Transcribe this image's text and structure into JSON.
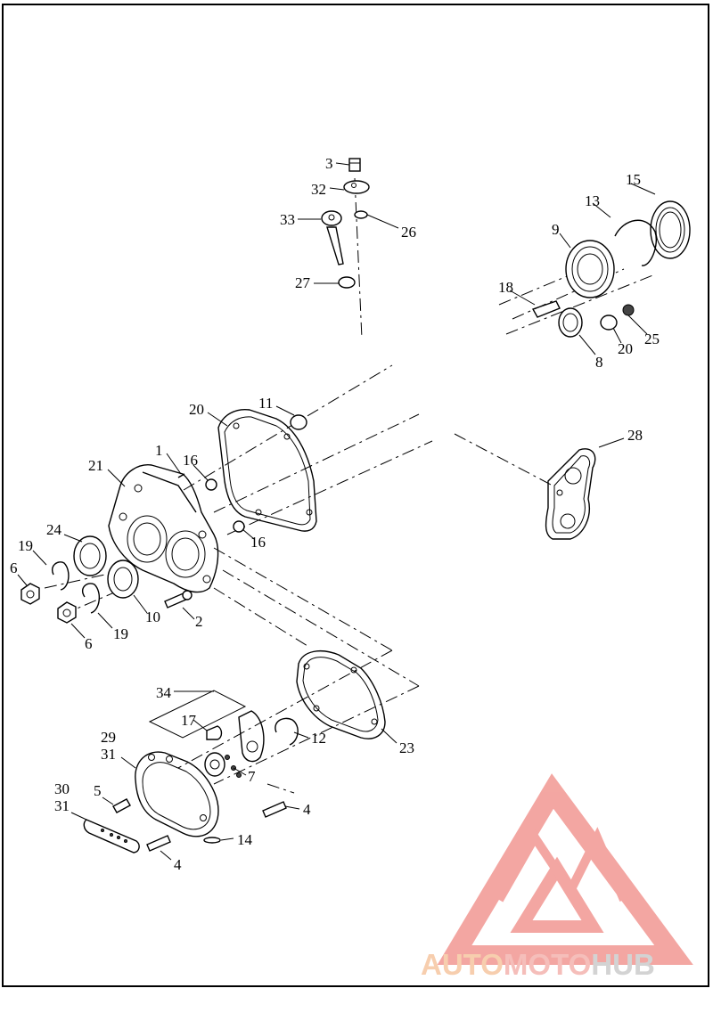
{
  "diagram": {
    "callouts": [
      {
        "id": "c3",
        "text": "3"
      },
      {
        "id": "c32",
        "text": "32"
      },
      {
        "id": "c33",
        "text": "33"
      },
      {
        "id": "c26",
        "text": "26"
      },
      {
        "id": "c27",
        "text": "27"
      },
      {
        "id": "c15",
        "text": "15"
      },
      {
        "id": "c13",
        "text": "13"
      },
      {
        "id": "c9",
        "text": "9"
      },
      {
        "id": "c18",
        "text": "18"
      },
      {
        "id": "c25",
        "text": "25"
      },
      {
        "id": "c20a",
        "text": "20"
      },
      {
        "id": "c8",
        "text": "8"
      },
      {
        "id": "c20b",
        "text": "20"
      },
      {
        "id": "c11",
        "text": "11"
      },
      {
        "id": "c28",
        "text": "28"
      },
      {
        "id": "c1",
        "text": "1"
      },
      {
        "id": "c21",
        "text": "21"
      },
      {
        "id": "c16a",
        "text": "16"
      },
      {
        "id": "c16b",
        "text": "16"
      },
      {
        "id": "c24",
        "text": "24"
      },
      {
        "id": "c19a",
        "text": "19"
      },
      {
        "id": "c6a",
        "text": "6"
      },
      {
        "id": "c10",
        "text": "10"
      },
      {
        "id": "c2",
        "text": "2"
      },
      {
        "id": "c19b",
        "text": "19"
      },
      {
        "id": "c6b",
        "text": "6"
      },
      {
        "id": "c34",
        "text": "34"
      },
      {
        "id": "c17",
        "text": "17"
      },
      {
        "id": "c12",
        "text": "12"
      },
      {
        "id": "c23",
        "text": "23"
      },
      {
        "id": "c29",
        "text": "29"
      },
      {
        "id": "c31a",
        "text": "31"
      },
      {
        "id": "c7",
        "text": "7"
      },
      {
        "id": "c30",
        "text": "30"
      },
      {
        "id": "c31b",
        "text": "31"
      },
      {
        "id": "c5",
        "text": "5"
      },
      {
        "id": "c4a",
        "text": "4"
      },
      {
        "id": "c14",
        "text": "14"
      },
      {
        "id": "c4b",
        "text": "4"
      }
    ]
  },
  "watermark": {
    "part1": "AUTO",
    "part2": "MOTO",
    "part3": "HUB",
    "colors": {
      "auto": "#f7c9a6",
      "moto": "#f4b7b3",
      "hub": "#cfcfcf",
      "triangle": "#f29d98"
    }
  }
}
